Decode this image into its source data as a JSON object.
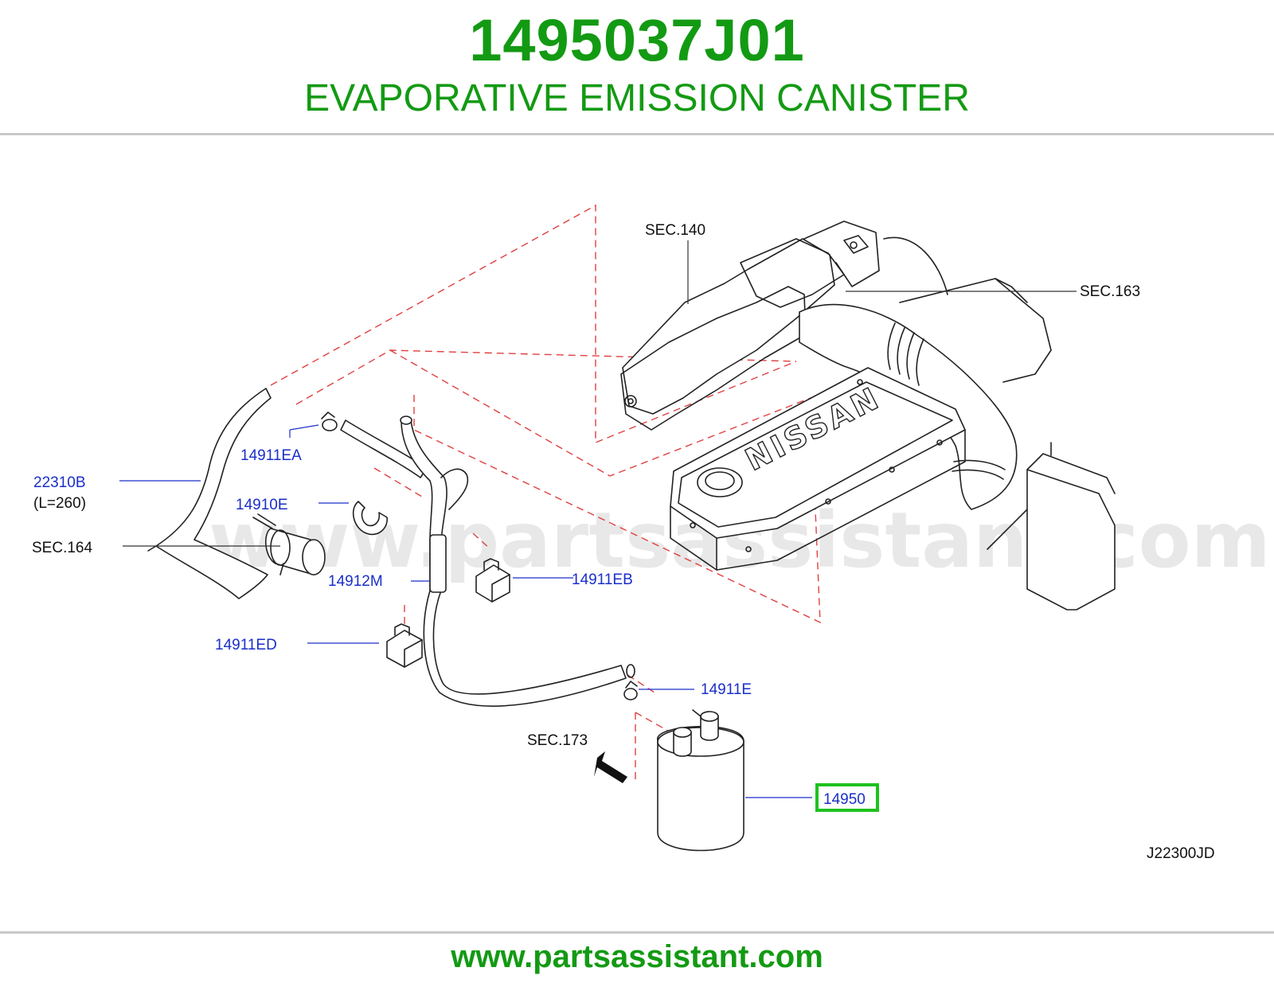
{
  "header": {
    "part_number": "1495037J01",
    "title": "EVAPORATIVE EMISSION CANISTER"
  },
  "diagram": {
    "labels": {
      "sec140": "SEC.140",
      "sec163": "SEC.163",
      "p22310b": "22310B",
      "l260": "(L=260)",
      "sec164": "SEC.164",
      "p14911ea": "14911EA",
      "p14910e": "14910E",
      "p14912m": "14912M",
      "p14911eb": "14911EB",
      "p14911ed": "14911ED",
      "p14911e": "14911E",
      "sec173": "SEC.173",
      "p14950": "14950",
      "code": "J22300JD",
      "logo": "NISSAN"
    },
    "watermark": "www.partsassistant.com",
    "highlight_color": "#1ec21e"
  },
  "footer": {
    "url": "www.partsassistant.com"
  }
}
